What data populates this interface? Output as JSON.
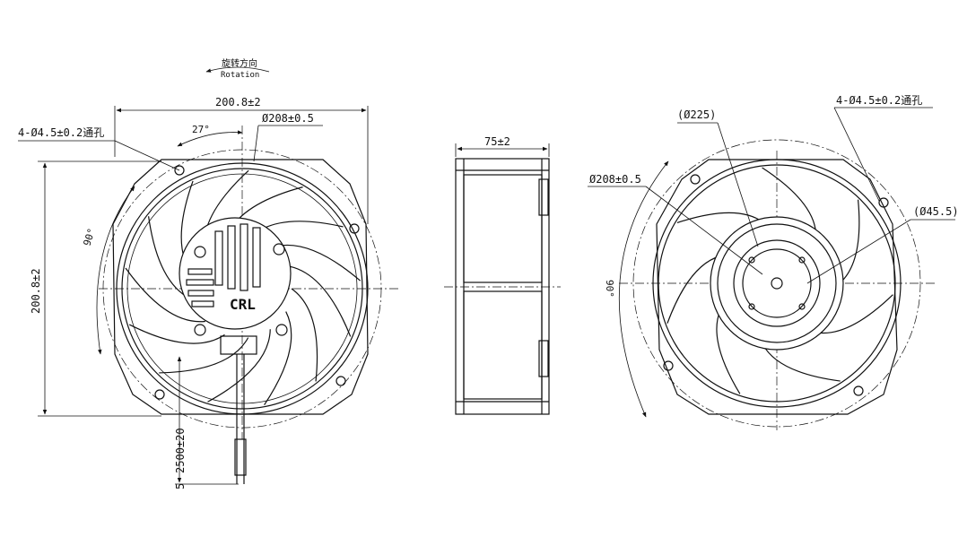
{
  "rotation": {
    "cn": "旋转方向",
    "en": "Rotation"
  },
  "front_view": {
    "width_dim": "200.8±2",
    "height_dim": "200.8±2",
    "hole_spec": "4-Ø4.5±0.2通孔",
    "bolt_circle": "Ø208±0.5",
    "angle_27": "27°",
    "angle_90": "90°",
    "cable_length": "2500±20",
    "cable_tag": "5"
  },
  "side_view": {
    "depth_dim": "75±2"
  },
  "rear_view": {
    "outer_dia": "(Ø225)",
    "bolt_circle": "Ø208±0.5",
    "hole_spec": "4-Ø4.5±0.2通孔",
    "hub_dia": "(Ø45.5)",
    "angle_90": "90°"
  }
}
